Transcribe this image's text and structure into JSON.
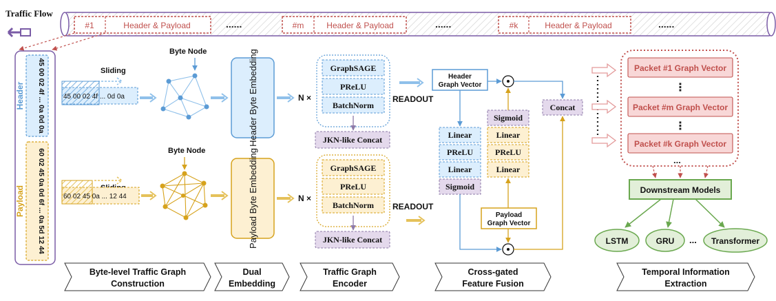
{
  "traffic_flow": {
    "label": "Traffic Flow",
    "segments": [
      {
        "id": "#1",
        "content": "Header & Payload"
      },
      {
        "id": "#m",
        "content": "Header & Payload"
      },
      {
        "id": "#k",
        "content": "Header & Payload"
      }
    ],
    "ellipsis": "......"
  },
  "packet": {
    "header_label": "Header",
    "payload_label": "Payload",
    "header_bytes": "45 00 02 4f ... 0a 0d 0a",
    "payload_bytes": "60 02 45 0a 0d 6f ... 0a 5d 12 44"
  },
  "graph_construction": {
    "sliding_label": "Sliding",
    "byte_node_label": "Byte Node",
    "header_window": "45 00 02 4f ... 0d 0a",
    "payload_window": "60 02 45 0a ... 12 44"
  },
  "embedding": {
    "header": "Header Byte Embedding",
    "payload": "Payload Byte Embedding"
  },
  "encoder": {
    "n_label": "N ×",
    "layers": [
      "GraphSAGE",
      "PReLU",
      "BatchNorm"
    ],
    "jkn": "JKN-like Concat",
    "readout": "READOUT"
  },
  "fusion": {
    "header_vector": "Header Graph Vector",
    "payload_vector": "Payload Graph Vector",
    "header_branch": [
      "Linear",
      "PReLU",
      "Linear"
    ],
    "header_sigmoid": "Sigmoid",
    "payload_branch": [
      "Linear",
      "PReLU",
      "Linear"
    ],
    "payload_sigmoid": "Sigmoid",
    "concat": "Concat",
    "odot": "⊙"
  },
  "temporal": {
    "packets": [
      "Packet #1 Graph Vector",
      "Packet #m Graph Vector",
      "Packet #k Graph Vector"
    ],
    "vdots": "⋮",
    "more": "...",
    "downstream": "Downstream Models",
    "models": [
      "LSTM",
      "GRU",
      "Transformer"
    ],
    "models_ellipsis": "..."
  },
  "stages": [
    {
      "name": "Byte-level Traffic Graph Construction",
      "lines": [
        "Byte-level Traffic Graph",
        "Construction"
      ]
    },
    {
      "name": "Dual Embedding",
      "lines": [
        "Dual",
        "Embedding"
      ]
    },
    {
      "name": "Traffic Graph Encoder",
      "lines": [
        "Traffic Graph",
        "Encoder"
      ]
    },
    {
      "name": "Cross-gated Feature Fusion",
      "lines": [
        "Cross-gated",
        "Feature Fusion"
      ]
    },
    {
      "name": "Temporal Information Extraction",
      "lines": [
        "Temporal Information",
        "Extraction"
      ]
    }
  ],
  "colors": {
    "header_fill": "#dceefd",
    "header_stroke": "#5b9bd5",
    "payload_fill": "#fdf0d2",
    "payload_stroke": "#d6a21c",
    "jkn_fill": "#e4d9ec",
    "jkn_stroke": "#8e7aa8",
    "packet_fill": "#f8d7d7",
    "packet_stroke": "#c0504d",
    "flow_stroke": "#7a5ba6",
    "downstream_fill": "#e2efd9",
    "downstream_stroke": "#6aa84f"
  }
}
